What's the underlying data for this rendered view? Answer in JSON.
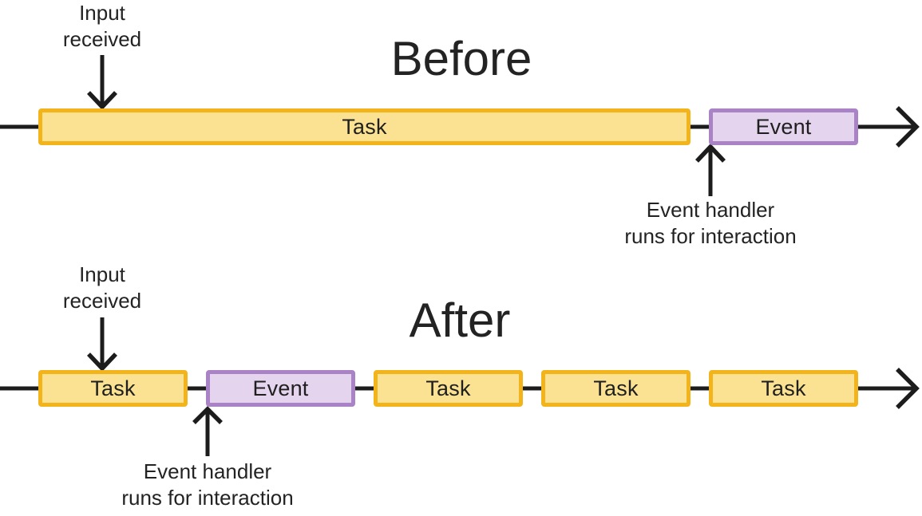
{
  "colors": {
    "task_fill": "#FBE293",
    "task_border": "#F3B31A",
    "event_fill": "#E4D4ED",
    "event_border": "#A983C6",
    "line": "#1C1C1C",
    "text": "#212121"
  },
  "before": {
    "title": "Before",
    "input_label": [
      "Input",
      "received"
    ],
    "handler_label": [
      "Event handler",
      "runs for interaction"
    ],
    "segments": [
      {
        "label": "Task",
        "type": "task"
      },
      {
        "label": "Event",
        "type": "event"
      }
    ]
  },
  "after": {
    "title": "After",
    "input_label": [
      "Input",
      "received"
    ],
    "handler_label": [
      "Event handler",
      "runs for interaction"
    ],
    "segments": [
      {
        "label": "Task",
        "type": "task"
      },
      {
        "label": "Event",
        "type": "event"
      },
      {
        "label": "Task",
        "type": "task"
      },
      {
        "label": "Task",
        "type": "task"
      },
      {
        "label": "Task",
        "type": "task"
      }
    ]
  }
}
